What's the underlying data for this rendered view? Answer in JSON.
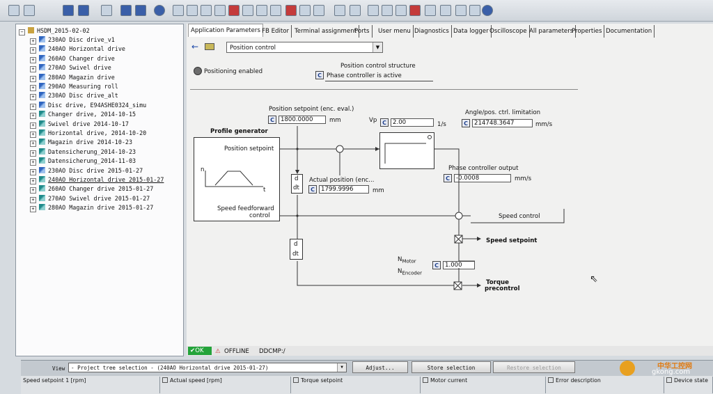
{
  "tree": {
    "root": "HSDM_2015-02-02",
    "items": [
      {
        "label": "230AO Disc drive_v1",
        "type": "drive"
      },
      {
        "label": "240AO Horizontal drive",
        "type": "drive"
      },
      {
        "label": "260AO Changer drive",
        "type": "drive"
      },
      {
        "label": "270AO Swivel drive",
        "type": "drive"
      },
      {
        "label": "280AO Magazin drive",
        "type": "drive"
      },
      {
        "label": "290AO Measuring roll",
        "type": "drive"
      },
      {
        "label": "230AO Disc drive_alt",
        "type": "drive"
      },
      {
        "label": "Disc drive, E94ASHE0324_simu",
        "type": "drive"
      },
      {
        "label": "Changer drive, 2014-10-15",
        "type": "ds"
      },
      {
        "label": "Swivel drive 2014-10-17",
        "type": "ds"
      },
      {
        "label": "Horizontal drive, 2014-10-20",
        "type": "ds"
      },
      {
        "label": "Magazin drive 2014-10-23",
        "type": "ds"
      },
      {
        "label": "Datensicherung_2014-10-23",
        "type": "ds"
      },
      {
        "label": "Datensicherung_2014-11-03",
        "type": "ds"
      },
      {
        "label": "230AO Disc drive 2015-01-27",
        "type": "drive"
      },
      {
        "label": "240AO Horizontal drive 2015-01-27",
        "type": "ds"
      },
      {
        "label": "260AO Changer drive 2015-01-27",
        "type": "ds"
      },
      {
        "label": "270AO Swivel drive 2015-01-27",
        "type": "ds"
      },
      {
        "label": "280AO Magazin drive 2015-01-27",
        "type": "ds"
      }
    ]
  },
  "tabs": [
    "Application Parameters",
    "FB Editor",
    "Terminal assignment",
    "Ports",
    "User menu",
    "Diagnostics",
    "Data logger",
    "Oscilloscope",
    "All parameters",
    "Properties",
    "Documentation"
  ],
  "main": {
    "dropdown_value": "Position control",
    "positioning_enabled": "Positioning enabled",
    "structure_title": "Position control structure",
    "structure_value": "Phase controller is active",
    "position_setpoint_label": "Position setpoint (enc. eval.)",
    "position_setpoint_value": "1800.0000",
    "position_setpoint_unit": "mm",
    "vp_label": "Vp",
    "vp_value": "2.00",
    "vp_unit": "1/s",
    "angle_limit_label": "Angle/pos. ctrl. limitation",
    "angle_limit_value": "214748.3647",
    "angle_limit_unit": "mm/s",
    "profile_generator": "Profile generator",
    "profile_position_setpoint": "Position setpoint",
    "axis_n": "n",
    "axis_t": "t",
    "speed_ff_1": "Speed feedforward",
    "speed_ff_2": "control",
    "actual_position_label": "Actual position (enc...",
    "actual_position_value": "1799.9996",
    "actual_position_unit": "mm",
    "ddt_d": "d",
    "ddt_dt": "dt",
    "phase_output_label": "Phase controller output",
    "phase_output_value": "-0.0008",
    "phase_output_unit": "mm/s",
    "speed_control": "Speed control",
    "speed_setpoint": "Speed setpoint",
    "n_motor": "N",
    "n_motor_sub": "Motor",
    "n_encoder": "N",
    "n_encoder_sub": "Encoder",
    "ratio_value": "1.000",
    "torque_1": "Torque",
    "torque_2": "precontrol",
    "c_label": "C"
  },
  "status": {
    "ok": "OK",
    "offline": "OFFLINE",
    "conn": "DDCMP:/"
  },
  "bottom": {
    "view_label": "View",
    "view_value": "- Project tree selection - (240AO Horizontal drive 2015-01-27)",
    "adjust": "Adjust...",
    "store": "Store selection",
    "restore": "Restore selection"
  },
  "meters": [
    "Speed setpoint 1 [rpm]",
    "Actual speed [rpm]",
    "Torque setpoint",
    "Motor current",
    "Error description",
    "Device state"
  ],
  "watermark": {
    "text1": "中华工控网",
    "text2": "gkong.com"
  }
}
